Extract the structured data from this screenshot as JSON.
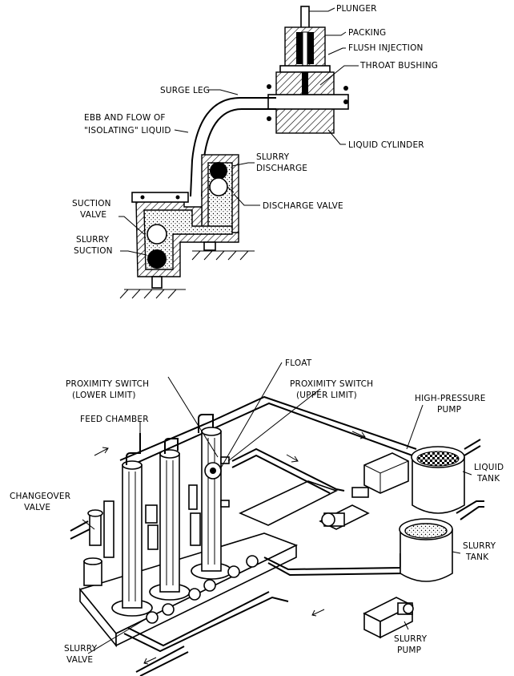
{
  "top_diagram": {
    "labels": {
      "plunger": "PLUNGER",
      "packing": "PACKING",
      "flush_injection": "FLUSH INJECTION",
      "throat_bushing": "THROAT BUSHING",
      "surge_leg": "SURGE LEG",
      "ebb_flow_1": "EBB AND FLOW OF",
      "ebb_flow_2": "\"ISOLATING\" LIQUID",
      "liquid_cylinder": "LIQUID CYLINDER",
      "slurry_discharge_1": "SLURRY",
      "slurry_discharge_2": "DISCHARGE",
      "discharge_valve": "DISCHARGE VALVE",
      "suction_valve_1": "SUCTION",
      "suction_valve_2": "VALVE",
      "slurry_suction_1": "SLURRY",
      "slurry_suction_2": "SUCTION"
    }
  },
  "bottom_diagram": {
    "labels": {
      "float": "FLOAT",
      "prox_lower_1": "PROXIMITY SWITCH",
      "prox_lower_2": "(LOWER LIMIT)",
      "prox_upper_1": "PROXIMITY SWITCH",
      "prox_upper_2": "(UPPER LIMIT)",
      "hp_pump_1": "HIGH-PRESSURE",
      "hp_pump_2": "PUMP",
      "feed_chamber": "FEED CHAMBER",
      "liquid_tank_1": "LIQUID",
      "liquid_tank_2": "TANK",
      "changeover_1": "CHANGEOVER",
      "changeover_2": "VALVE",
      "slurry_tank_1": "SLURRY",
      "slurry_tank_2": "TANK",
      "slurry_pump_1": "SLURRY",
      "slurry_pump_2": "PUMP",
      "slurry_valve_1": "SLURRY",
      "slurry_valve_2": "VALVE"
    }
  }
}
